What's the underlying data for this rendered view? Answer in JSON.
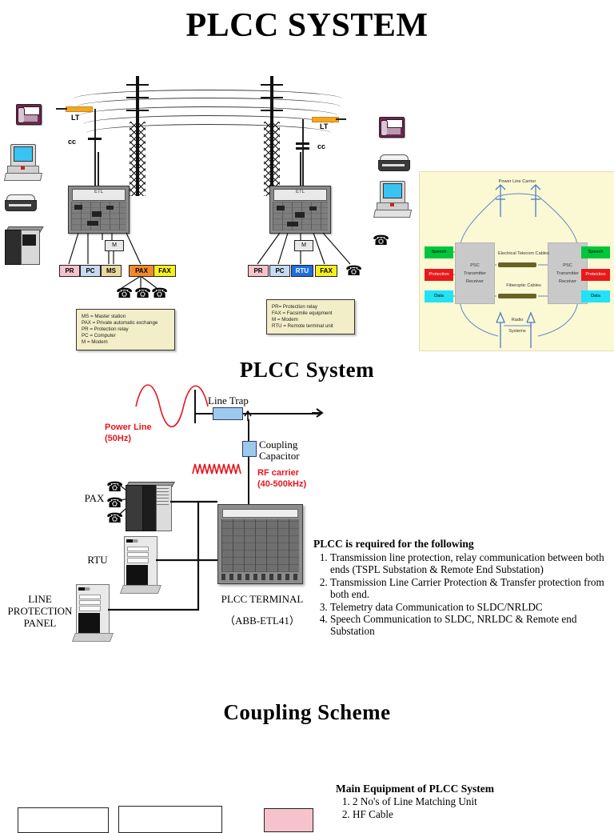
{
  "page": {
    "title_main": "PLCC SYSTEM",
    "title_section2": "PLCC System",
    "title_section3": "Coupling Scheme"
  },
  "section1": {
    "line_labels": {
      "lt_left": "LT",
      "lt_right": "LT",
      "cc_left": "cc",
      "cc_right": "cc"
    },
    "rack_label_left": "ETL",
    "rack_label_right": "ETL",
    "modem_left": "M",
    "modem_right": "M",
    "left_tags": [
      {
        "id": "pr",
        "label": "PR"
      },
      {
        "id": "pc",
        "label": "PC"
      },
      {
        "id": "ms",
        "label": "MS"
      },
      {
        "id": "pax",
        "label": "PAX"
      },
      {
        "id": "fax",
        "label": "FAX"
      }
    ],
    "right_tags": [
      {
        "id": "pr",
        "label": "PR"
      },
      {
        "id": "pc",
        "label": "PC"
      },
      {
        "id": "rtu",
        "label": "RTU"
      },
      {
        "id": "fax",
        "label": "FAX"
      }
    ],
    "legend_left": [
      "MS    = Master station",
      "PAX = Private automatic exchange",
      "PR    = Protection relay",
      "PC   = Computer",
      "M =  Modem"
    ],
    "legend_right": [
      "PR= Protection relay",
      "FAX = Facsimile equipment",
      "M      = Modem",
      "RTU  = Remote terminal unit"
    ]
  },
  "inset": {
    "title": "Power Line Carrier",
    "left_unit": [
      "PSC",
      "Transmitter",
      "Receiver"
    ],
    "right_unit": [
      "PSC",
      "Transmitter",
      "Receiver"
    ],
    "cable_top": "Electrical Telecom Cables",
    "cable_bottom": "Fiberoptic Cables",
    "radio": [
      "Radio",
      "Systems"
    ],
    "io_left": [
      {
        "label": "Speech",
        "color": "#00c63c"
      },
      {
        "label": "Protection",
        "color": "#e8181b"
      },
      {
        "label": "Data",
        "color": "#22e2f5"
      }
    ],
    "io_right": [
      {
        "label": "Speech",
        "color": "#00c63c"
      },
      {
        "label": "Protection",
        "color": "#e8181b"
      },
      {
        "label": "Data",
        "color": "#22e2f5"
      }
    ]
  },
  "section2": {
    "power_line": "Power Line\n(50Hz)",
    "power_line_l1": "Power Line",
    "power_line_l2": "(50Hz)",
    "line_trap": "Line Trap",
    "coupling_capacitor_l1": "Coupling",
    "coupling_capacitor_l2": "Capacitor",
    "rf_carrier_l1": "RF carrier",
    "rf_carrier_l2": "(40-500kHz)",
    "pax_label": "PAX",
    "rtu_label": "RTU",
    "line_protection_panel": "LINE\nPROTECTION\nPANEL",
    "lpp_l1": "LINE",
    "lpp_l2": "PROTECTION",
    "lpp_l3": "PANEL",
    "plcc_terminal": "PLCC TERMINAL",
    "plcc_model": "（ABB-ETL41）",
    "requirements_heading": "PLCC is required for the following",
    "requirements": [
      "Transmission line protection, relay communication between both ends (TSPL Substation & Remote End Substation)",
      "Transmission Line Carrier Protection & Transfer protection from both end.",
      "Telemetry data Communication to SLDC/NRLDC",
      "Speech Communication to SLDC, NRLDC & Remote end Substation"
    ]
  },
  "section3": {
    "main_equipment_heading": "Main Equipment of PLCC System",
    "main_equipment": [
      "2 No's of Line Matching Unit",
      "HF Cable"
    ]
  },
  "icons": {
    "fax_phone": "fax-phone-icon",
    "computer": "computer-icon",
    "printer": "printer-icon",
    "server": "server-cabinet-icon",
    "telephone": "☎"
  },
  "colors": {
    "line_trap": "#F5A623",
    "coupling_blue": "#9ec9ef",
    "rf_red": "#e8141c",
    "inset_bg": "#fbf8d4",
    "legend_bg": "#f2eec8"
  }
}
